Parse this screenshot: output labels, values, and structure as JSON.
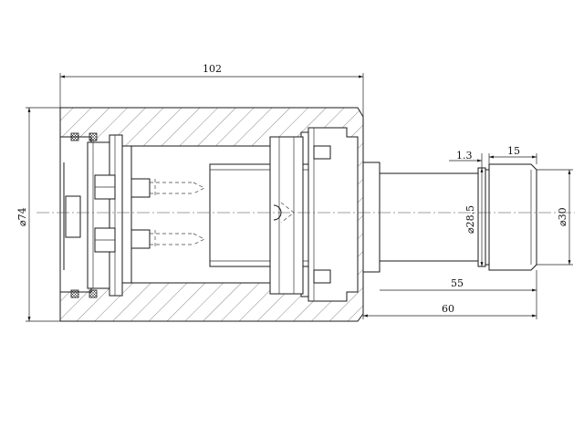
{
  "dimensions": {
    "overall_length": "102",
    "outer_diameter": "⌀74",
    "groove_width": "1.3",
    "shaft_end_length": "15",
    "groove_diameter": "⌀28.5",
    "shaft_diameter": "⌀30",
    "shaft_length_55": "55",
    "shaft_length_60": "60"
  }
}
